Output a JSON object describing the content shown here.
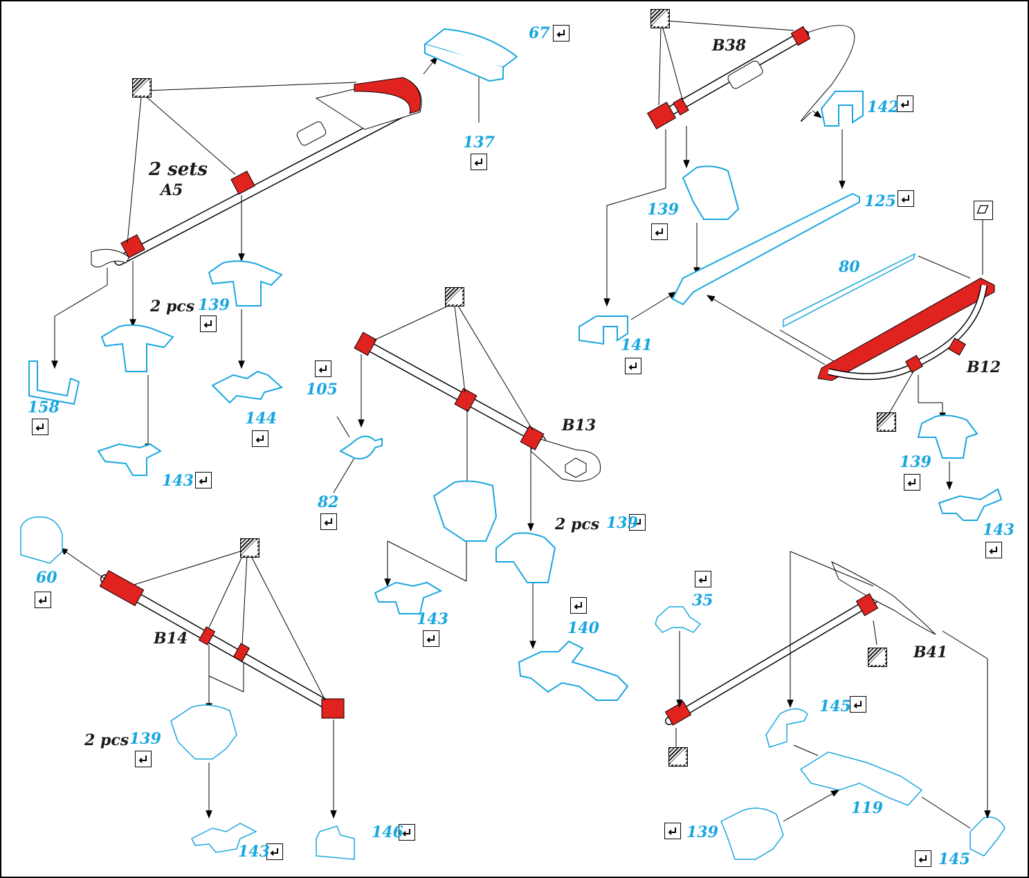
{
  "colors": {
    "etch_blue": "#18a6df",
    "red_part": "#e0231f",
    "black": "#1a1a1a"
  },
  "icons": {
    "bend": "bend-arrow-icon",
    "paint": "paint-hatch-icon",
    "reference": "parallelogram-icon"
  },
  "part_labels": {
    "p67": "67",
    "p137": "137",
    "p158": "158",
    "p139a": "139",
    "p144": "144",
    "p143a": "143",
    "p142": "142",
    "p125": "125",
    "p139b": "139",
    "p141": "141",
    "p80": "80",
    "p105": "105",
    "p82": "82",
    "p139c": "139",
    "p143b": "143",
    "p140": "140",
    "p139d": "139",
    "p143c": "143",
    "p60": "60",
    "p139e": "139",
    "p143d": "143",
    "p146": "146",
    "p35": "35",
    "p145a": "145",
    "p119": "119",
    "p139f": "139",
    "p145b": "145"
  },
  "kit_labels": {
    "sets": "2 sets",
    "a5": "A5",
    "b38": "B38",
    "b13": "B13",
    "b12": "B12",
    "b14": "B14",
    "b41": "B41",
    "pcs1": "2 pcs",
    "pcs2": "2 pcs",
    "pcs3": "2 pcs"
  }
}
